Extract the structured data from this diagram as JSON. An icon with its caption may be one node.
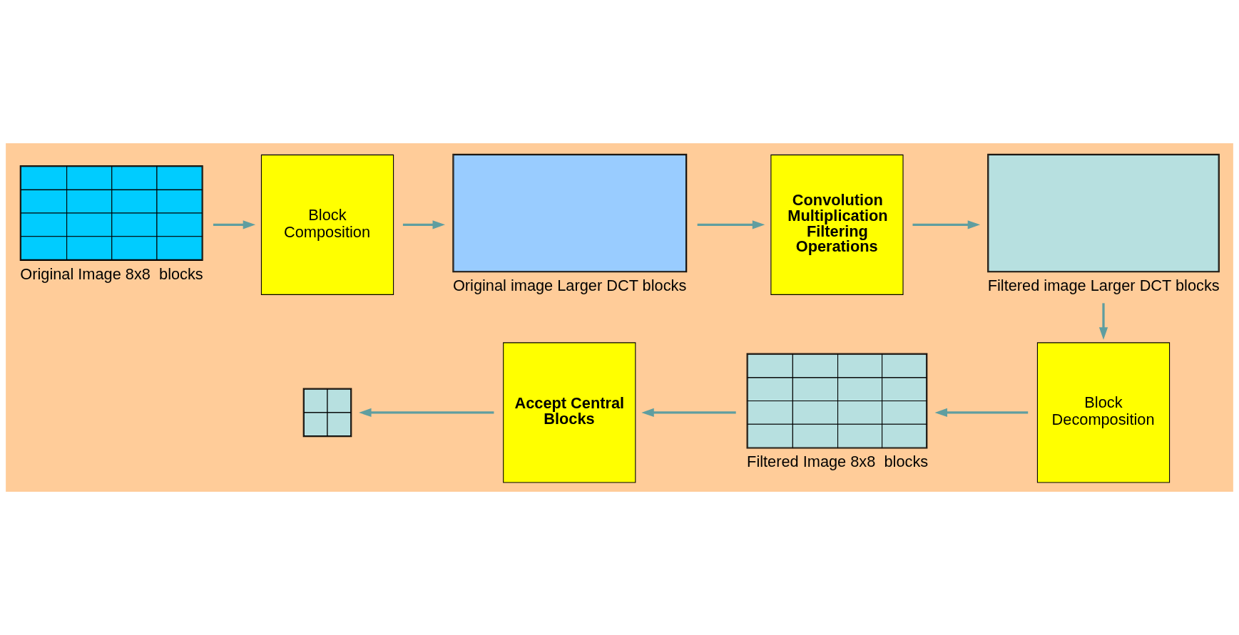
{
  "diagram": {
    "nodes": [
      {
        "text": [],
        "shape": "box",
        "beside": [
          "Original Image 8x8  blocks"
        ]
      },
      {
        "text": [
          "Block Composition"
        ]
      },
      {
        "text": [],
        "shape": "box",
        "beside": [
          "Original image Larger DCT blocks"
        ]
      },
      {
        "text": [
          "Convolution Multiplication Filtering Operations"
        ]
      },
      {
        "text": [],
        "shape": "box",
        "beside": [
          "Filtered image Larger DCT blocks"
        ]
      },
      {
        "text": [
          "Block Decomposition"
        ]
      },
      {
        "text": [],
        "shape": "box",
        "beside": [
          "Filtered Image 8x8  blocks"
        ]
      },
      {
        "text": [
          "Accept Central Blocks"
        ]
      },
      {
        "text": [],
        "shape": "box"
      }
    ],
    "edges": [
      {
        "from": 0,
        "to": 1,
        "arrow": "to"
      },
      {
        "from": 1,
        "to": 2,
        "arrow": "to"
      },
      {
        "from": 2,
        "to": 3,
        "arrow": "to"
      },
      {
        "from": 3,
        "to": 4,
        "arrow": "to"
      },
      {
        "from": 4,
        "to": 5,
        "arrow": "to"
      },
      {
        "from": 5,
        "to": 6,
        "arrow": "to"
      },
      {
        "from": 6,
        "to": 7,
        "arrow": "to"
      },
      {
        "from": 7,
        "to": 8,
        "arrow": "to"
      }
    ]
  }
}
